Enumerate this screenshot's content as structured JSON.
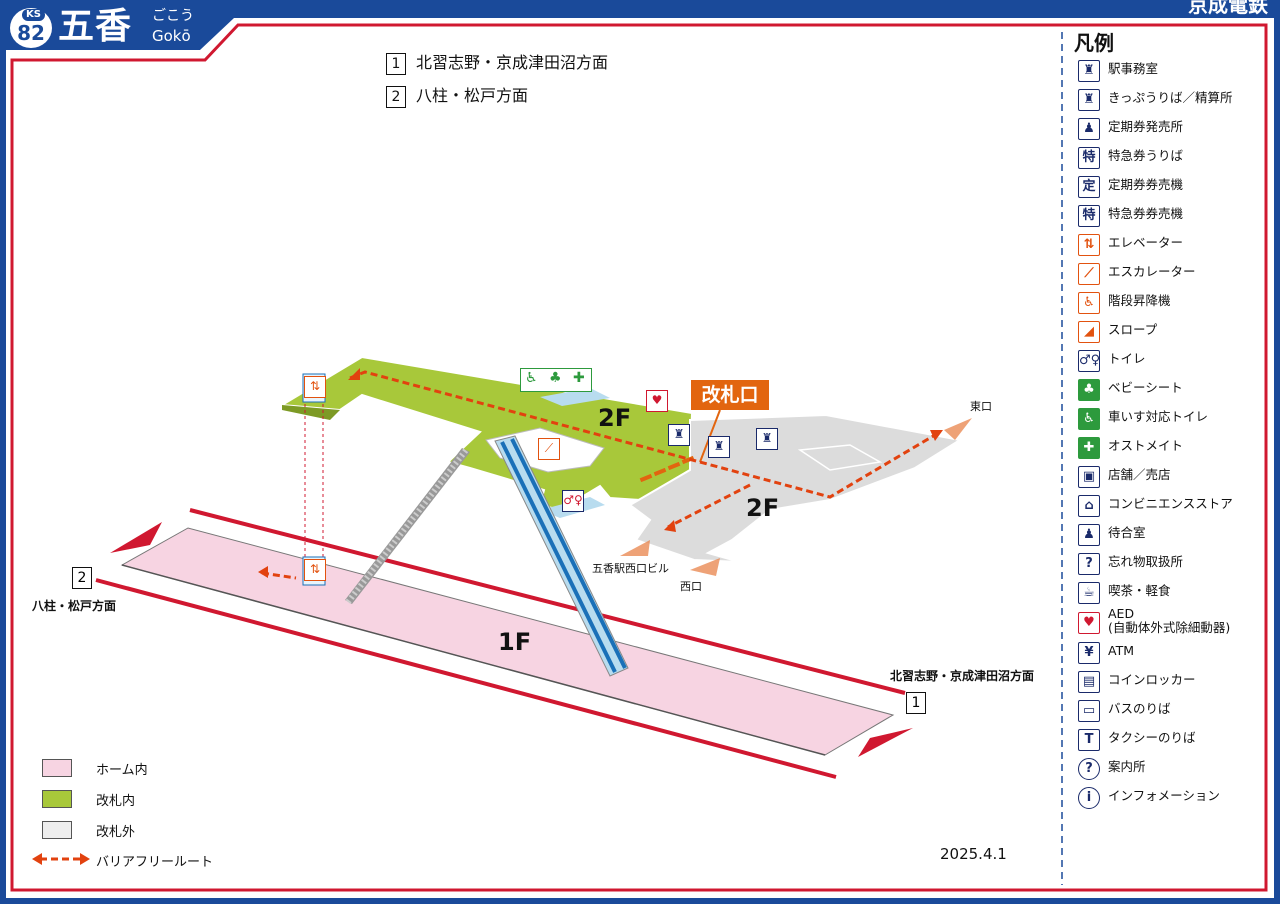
{
  "station": {
    "code_prefix": "KS",
    "number": "82",
    "name_kanji": "五香",
    "name_kana": "ごこう",
    "name_romaji": "Gokō",
    "operator": "京成電鉄"
  },
  "directions": [
    {
      "num": "1",
      "label": "北習志野・京成津田沼方面"
    },
    {
      "num": "2",
      "label": "八柱・松戸方面"
    }
  ],
  "map": {
    "floor_2f_inner": "2F",
    "floor_2f_outer": "2F",
    "floor_1f": "1F",
    "gate_label": "改札口",
    "exit_east": "東口",
    "exit_west": "西口",
    "exit_building": "五香駅西口ビル",
    "platform_end_2_num": "2",
    "platform_end_2_label": "八柱・松戸方面",
    "platform_end_1_num": "1",
    "platform_end_1_label": "北習志野・京成津田沼方面"
  },
  "key": {
    "items": [
      {
        "label": "ホーム内",
        "color": "#f7d4e2"
      },
      {
        "label": "改札内",
        "color": "#a8c83a"
      },
      {
        "label": "改札外",
        "color": "#eeeeee"
      }
    ],
    "route_label": "バリアフリールート",
    "route_color": "#e2420f"
  },
  "legend": {
    "title": "凡例",
    "items": [
      {
        "label": "駅事務室",
        "icon": "station-office-icon",
        "style": "navy",
        "glyph": "♜"
      },
      {
        "label": "きっぷうりば／精算所",
        "icon": "ticket-office-icon",
        "style": "navy",
        "glyph": "♜"
      },
      {
        "label": "定期券発売所",
        "icon": "pass-office-icon",
        "style": "navy",
        "glyph": "♟"
      },
      {
        "label": "特急券うりば",
        "icon": "express-ticket-icon",
        "style": "navy",
        "glyph": "特"
      },
      {
        "label": "定期券券売機",
        "icon": "pass-machine-icon",
        "style": "navy",
        "glyph": "定"
      },
      {
        "label": "特急券券売機",
        "icon": "express-machine-icon",
        "style": "navy",
        "glyph": "特"
      },
      {
        "label": "エレベーター",
        "icon": "elevator-icon",
        "style": "orange",
        "glyph": "⇅"
      },
      {
        "label": "エスカレーター",
        "icon": "escalator-icon",
        "style": "orange",
        "glyph": "⟋"
      },
      {
        "label": "階段昇降機",
        "icon": "stair-lift-icon",
        "style": "orange",
        "glyph": "♿"
      },
      {
        "label": "スロープ",
        "icon": "slope-icon",
        "style": "orange",
        "glyph": "◢"
      },
      {
        "label": "トイレ",
        "icon": "toilet-icon",
        "style": "navy",
        "glyph": "♂♀"
      },
      {
        "label": "ベビーシート",
        "icon": "baby-seat-icon",
        "style": "green",
        "glyph": "♣"
      },
      {
        "label": "車いす対応トイレ",
        "icon": "accessible-toilet-icon",
        "style": "green",
        "glyph": "♿"
      },
      {
        "label": "オストメイト",
        "icon": "ostomate-icon",
        "style": "green",
        "glyph": "✚"
      },
      {
        "label": "店舗／売店",
        "icon": "shop-icon",
        "style": "navy",
        "glyph": "▣"
      },
      {
        "label": "コンビニエンスストア",
        "icon": "convenience-store-icon",
        "style": "navy",
        "glyph": "⌂"
      },
      {
        "label": "待合室",
        "icon": "waiting-room-icon",
        "style": "navy",
        "glyph": "♟"
      },
      {
        "label": "忘れ物取扱所",
        "icon": "lost-property-icon",
        "style": "navy",
        "glyph": "?"
      },
      {
        "label": "喫茶・軽食",
        "icon": "cafe-icon",
        "style": "navy",
        "glyph": "☕"
      },
      {
        "label": "AED\n(自動体外式除細動器)",
        "icon": "aed-icon",
        "style": "red",
        "glyph": "♥"
      },
      {
        "label": "ATM",
        "icon": "atm-icon",
        "style": "navy",
        "glyph": "¥"
      },
      {
        "label": "コインロッカー",
        "icon": "coin-locker-icon",
        "style": "navy",
        "glyph": "▤"
      },
      {
        "label": "バスのりば",
        "icon": "bus-stop-icon",
        "style": "navy",
        "glyph": "▭"
      },
      {
        "label": "タクシーのりば",
        "icon": "taxi-stand-icon",
        "style": "navy",
        "glyph": "T"
      },
      {
        "label": "案内所",
        "icon": "information-question-icon",
        "style": "round",
        "glyph": "?"
      },
      {
        "label": "インフォメーション",
        "icon": "information-icon",
        "style": "round",
        "glyph": "i"
      }
    ]
  },
  "date": "2025.4.1"
}
